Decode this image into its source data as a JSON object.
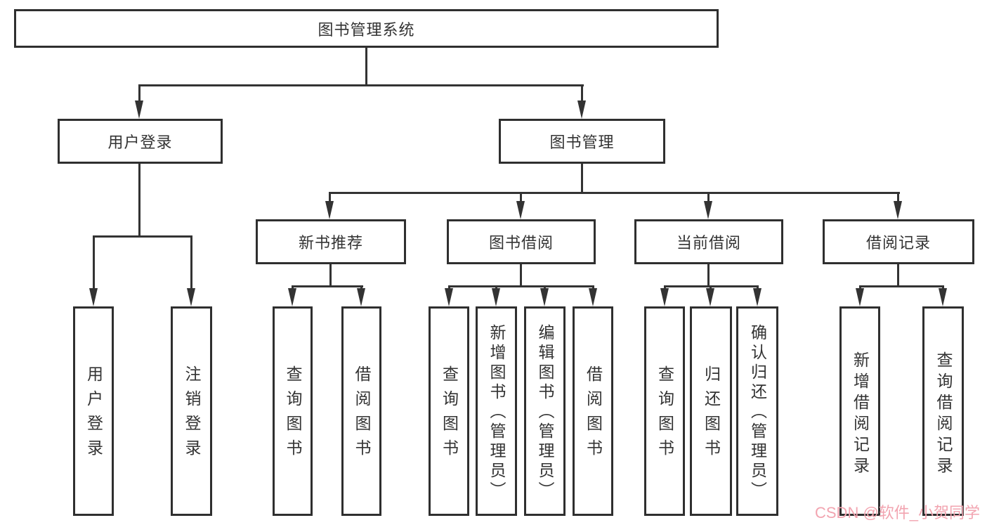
{
  "colors": {
    "line": "#333333",
    "box_border": "#2f2f2f",
    "text": "#333333",
    "watermark_pink": "#f2a4b0",
    "background": "#ffffff"
  },
  "tree": {
    "root": {
      "label": "图书管理系统"
    },
    "branches": [
      {
        "label": "用户登录",
        "children": [
          {
            "label": "用户登录"
          },
          {
            "label": "注销登录"
          }
        ]
      },
      {
        "label": "图书管理",
        "children": [
          {
            "label": "新书推荐",
            "children": [
              {
                "label": "查询图书"
              },
              {
                "label": "借阅图书"
              }
            ]
          },
          {
            "label": "图书借阅",
            "children": [
              {
                "label": "查询图书"
              },
              {
                "label": "新增图书（管理员）"
              },
              {
                "label": "编辑图书（管理员）"
              },
              {
                "label": "借阅图书"
              }
            ]
          },
          {
            "label": "当前借阅",
            "children": [
              {
                "label": "查询图书"
              },
              {
                "label": "归还图书"
              },
              {
                "label": "确认归还（管理员）"
              }
            ]
          },
          {
            "label": "借阅记录",
            "children": [
              {
                "label": "新增借阅记录"
              },
              {
                "label": "查询借阅记录"
              }
            ]
          }
        ]
      }
    ]
  },
  "watermark": {
    "text": "CSDN @软件_小贺同学"
  }
}
